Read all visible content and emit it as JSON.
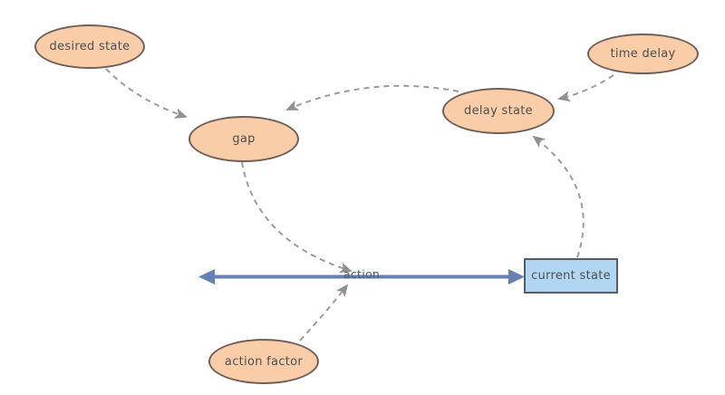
{
  "diagram": {
    "type": "causal-loop-diagram",
    "background": "#ffffff",
    "nodes": [
      {
        "id": "desired-state",
        "label": "desired state",
        "shape": "ellipse"
      },
      {
        "id": "time-delay",
        "label": "time delay",
        "shape": "ellipse"
      },
      {
        "id": "gap",
        "label": "gap",
        "shape": "ellipse"
      },
      {
        "id": "delay-state",
        "label": "delay state",
        "shape": "ellipse"
      },
      {
        "id": "action-factor",
        "label": "action factor",
        "shape": "ellipse"
      },
      {
        "id": "current-state",
        "label": "current state",
        "shape": "rectangle"
      }
    ],
    "edge_label": "action",
    "edges": [
      {
        "from": "desired state",
        "to": "gap",
        "style": "dashed-arrow"
      },
      {
        "from": "time delay",
        "to": "delay state",
        "style": "dashed-arrow"
      },
      {
        "from": "delay state",
        "to": "gap",
        "style": "dashed-arrow"
      },
      {
        "from": "current state",
        "to": "delay state",
        "style": "dashed-arrow"
      },
      {
        "from": "gap",
        "to": "action",
        "style": "dashed-arrow"
      },
      {
        "from": "action factor",
        "to": "action",
        "style": "dashed-arrow"
      },
      {
        "from": "action",
        "to": "current state",
        "style": "solid-double-arrow"
      }
    ],
    "colors": {
      "ellipse_fill": "#f9cda7",
      "ellipse_border": "#6f6159",
      "rect_fill": "#b0d6f2",
      "rect_border": "#585b60",
      "dashed_edge": "#9b9b9b",
      "arrowhead": "#909090",
      "solid_edge": "#6580b2",
      "text": "#4f4f4f"
    }
  }
}
